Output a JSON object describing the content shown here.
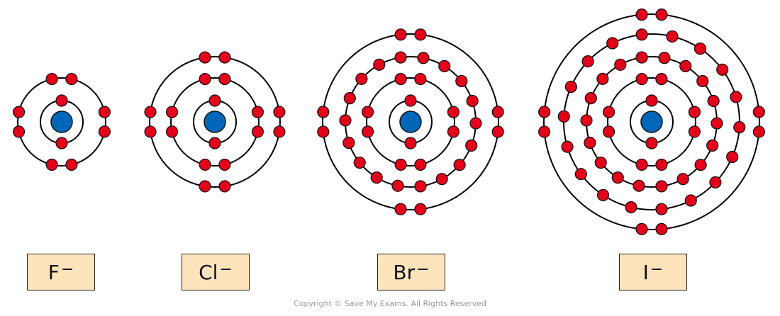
{
  "colors": {
    "electron": "#e3001b",
    "nucleus": "#0066b8",
    "shell": "#000000",
    "label_bg": "#fde4bd"
  },
  "ions": [
    {
      "symbol": "F",
      "charge": "−",
      "shells": [
        2,
        8
      ]
    },
    {
      "symbol": "Cl",
      "charge": "−",
      "shells": [
        2,
        8,
        8
      ]
    },
    {
      "symbol": "Br",
      "charge": "−",
      "shells": [
        2,
        8,
        18,
        8
      ]
    },
    {
      "symbol": "I",
      "charge": "−",
      "shells": [
        2,
        8,
        18,
        18,
        8
      ]
    }
  ],
  "copyright": "Copyright © Save My Exams. All Rights Reserved"
}
